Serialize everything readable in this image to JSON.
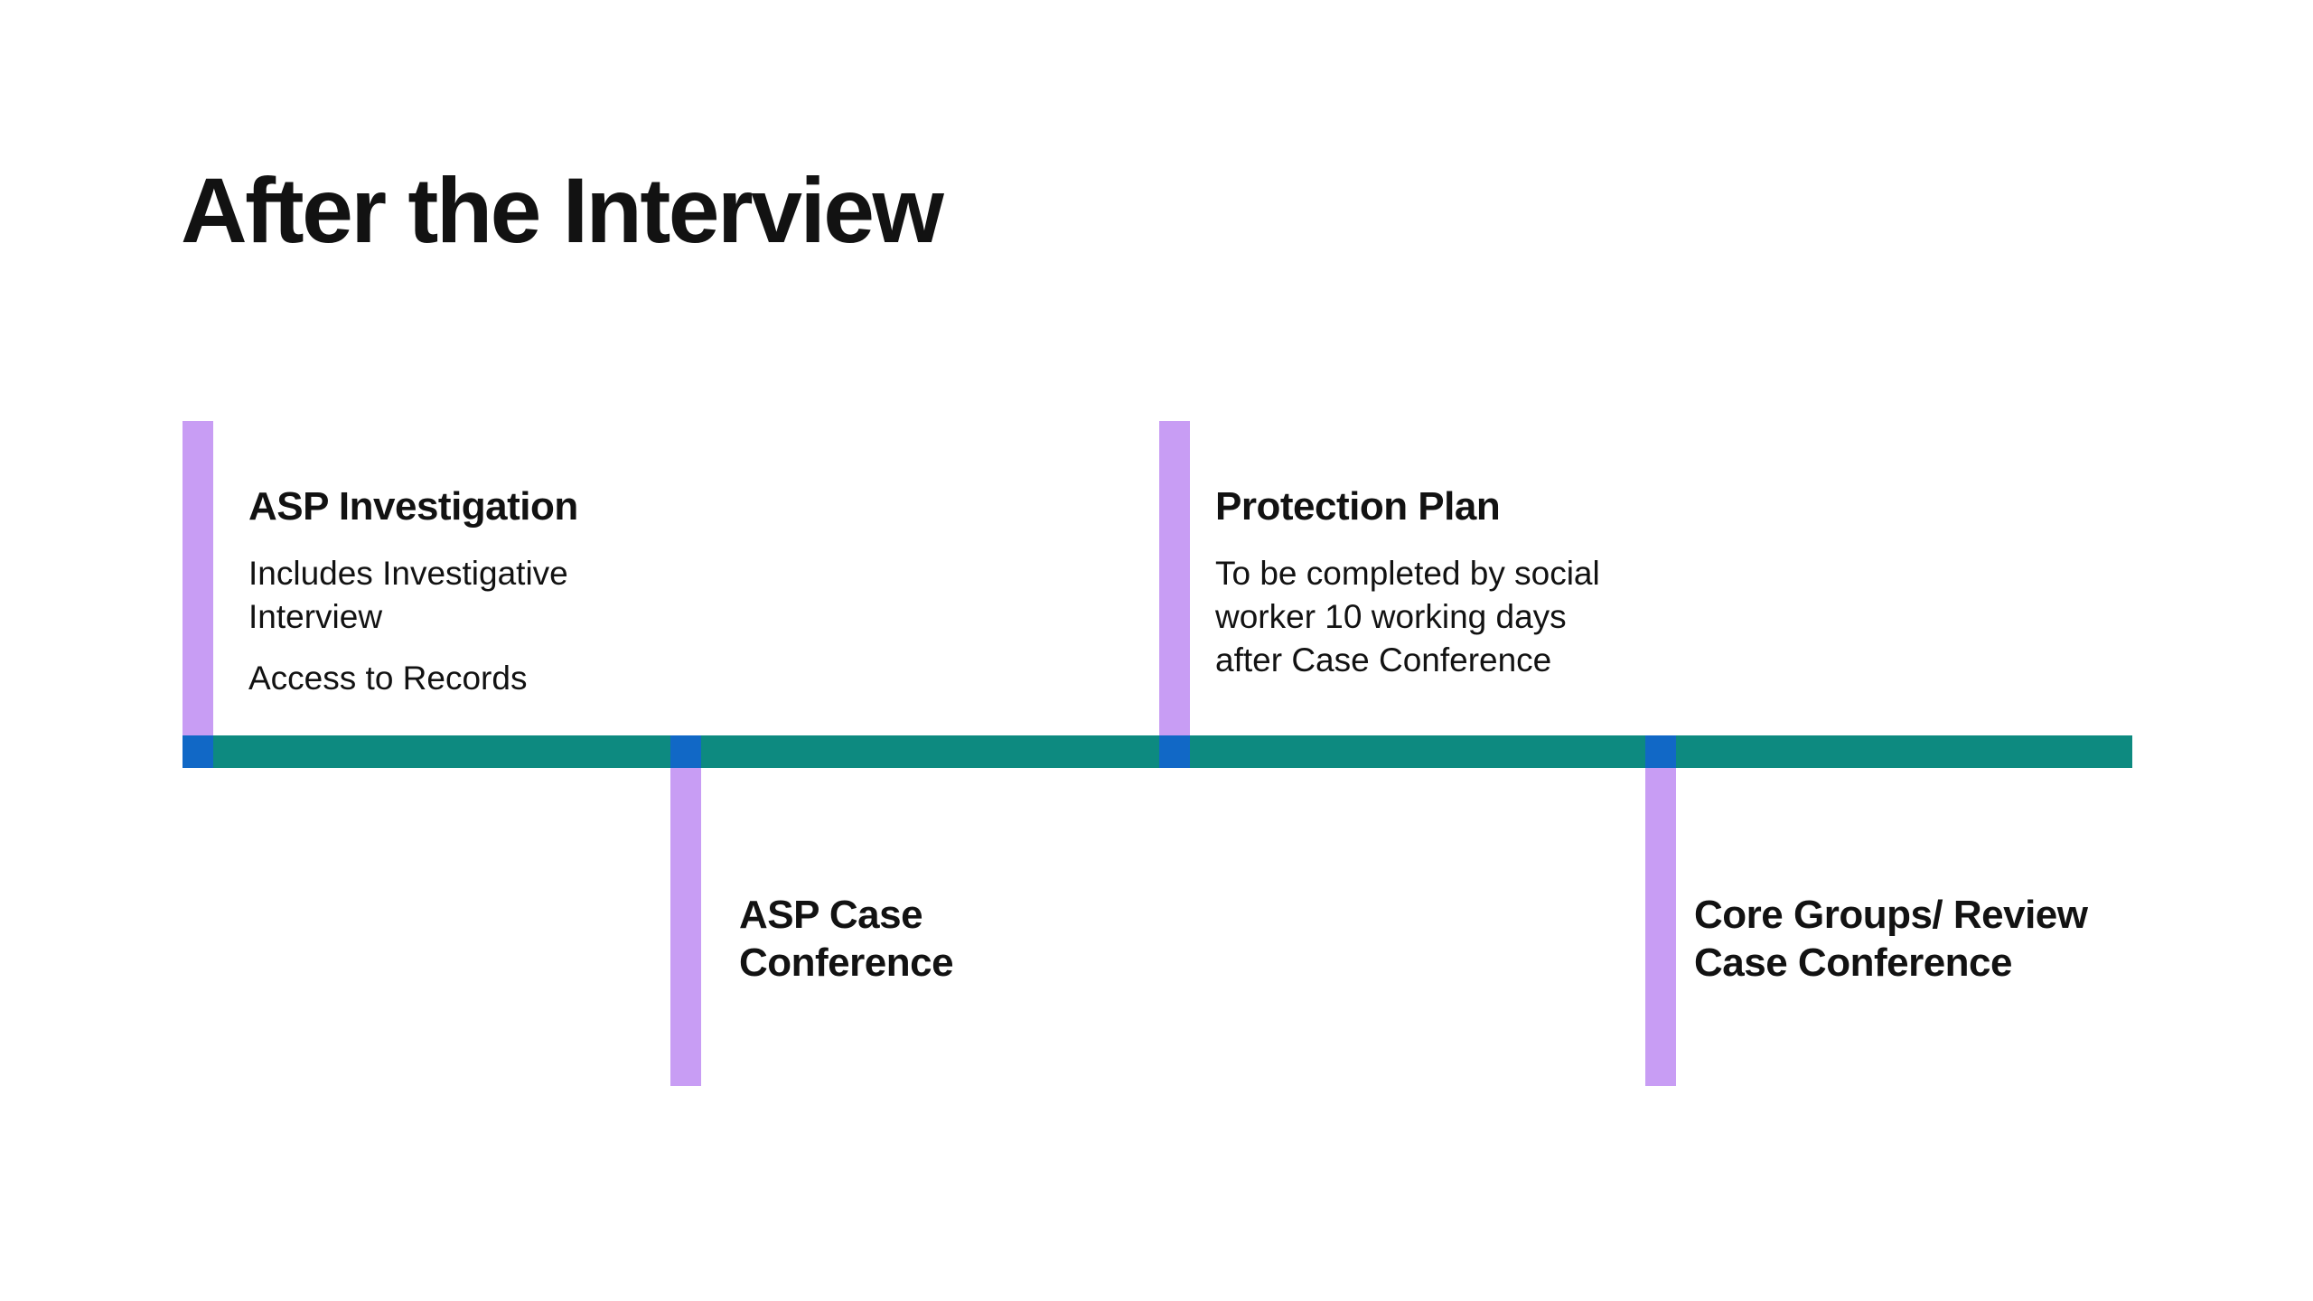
{
  "slide": {
    "title": "After the Interview",
    "colors": {
      "bg": "#ffffff",
      "ink": "#121212",
      "teal": "#0d8a80",
      "purple": "#c89df4",
      "blue": "#1168c6"
    },
    "timeline": {
      "axis_name": "timeline-axis",
      "events": [
        {
          "title": "ASP Investigation",
          "position": "above",
          "paragraphs": [
            "Includes Investigative\nInterview",
            "Access to Records"
          ]
        },
        {
          "title": "ASP Case\nConference",
          "position": "below",
          "paragraphs": []
        },
        {
          "title": "Protection Plan",
          "position": "above",
          "paragraphs": [
            "To be completed by social\nworker 10 working days\nafter Case Conference"
          ]
        },
        {
          "title": "Core Groups/ Review\nCase Conference",
          "position": "below",
          "paragraphs": []
        }
      ]
    }
  }
}
